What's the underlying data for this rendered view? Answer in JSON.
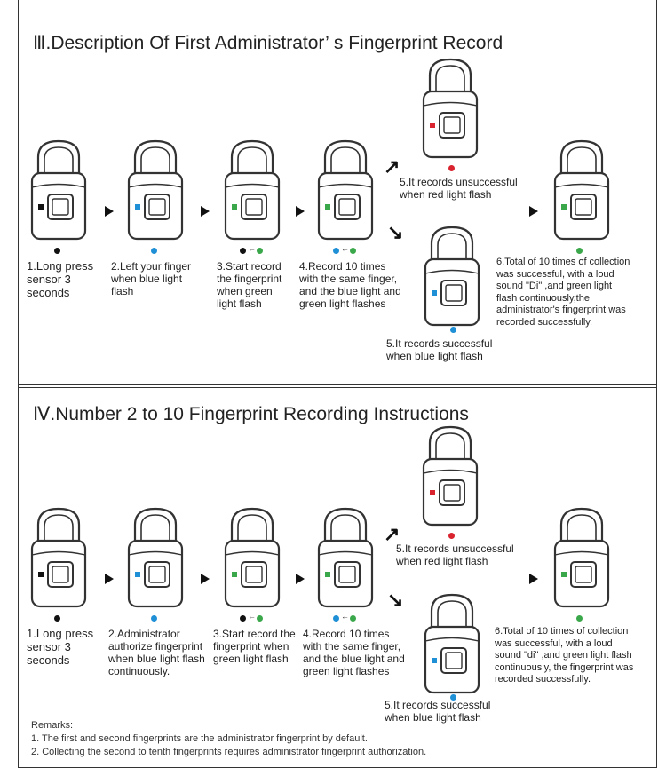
{
  "section3": {
    "title": "Ⅲ.Description Of First Administrator’ s Fingerprint Record",
    "steps": [
      {
        "lines": [
          "1.Long press",
          "sensor 3",
          "seconds"
        ],
        "light": "black"
      },
      {
        "lines": [
          "2.Left your finger",
          "when blue light",
          "flash"
        ],
        "light": "blue"
      },
      {
        "lines": [
          "3.Start record",
          "the fingerprint",
          "when green",
          "light flash"
        ],
        "light": "black-green"
      },
      {
        "lines": [
          "4.Record 10 times",
          "with the same finger,",
          "and the blue light and",
          "green light flashes"
        ],
        "light": "blue-green"
      }
    ],
    "unsuccessful": [
      "5.It records unsuccessful",
      "when red light flash"
    ],
    "successful": [
      "5.It records successful",
      "when blue light flash"
    ],
    "final": [
      "6.Total of 10 times of collection",
      "was successful, with a loud",
      "sound \"Di\" ,and green light",
      "flash continuously,the",
      "administrator's fingerprint was",
      "recorded successfully."
    ]
  },
  "section4": {
    "title": "Ⅳ.Number 2 to 10 Fingerprint Recording Instructions",
    "steps": [
      {
        "lines": [
          "1.Long press",
          "sensor 3",
          "seconds"
        ],
        "light": "black"
      },
      {
        "lines": [
          "2.Administrator",
          "authorize fingerprint",
          "when blue light flash",
          "continuously."
        ],
        "light": "blue"
      },
      {
        "lines": [
          "3.Start record the",
          "fingerprint when",
          "green light flash"
        ],
        "light": "black-green"
      },
      {
        "lines": [
          "4.Record 10 times",
          "with the same finger,",
          "and the blue light and",
          "green light flashes"
        ],
        "light": "blue-green"
      }
    ],
    "unsuccessful": [
      "5.It records unsuccessful",
      "when red light flash"
    ],
    "successful": [
      "5.It records successful",
      "when blue light flash"
    ],
    "final": [
      "6.Total of 10 times of collection",
      "was successful, with a loud",
      "sound \"di\" ,and green light flash",
      "continuously, the fingerprint was",
      "recorded successfully."
    ]
  },
  "remarks": {
    "heading": "Remarks:",
    "items": [
      "1. The first and second fingerprints are the administrator fingerprint by default.",
      "2. Collecting the second to tenth fingerprints requires administrator fingerprint authorization."
    ]
  },
  "colors": {
    "black": "#111111",
    "blue": "#1f8fd6",
    "green": "#3aa84a",
    "red": "#d9232e"
  },
  "icons": [
    "padlock-icon",
    "right-arrow-icon",
    "diagonal-arrow-icon",
    "indicator-light-icon"
  ]
}
